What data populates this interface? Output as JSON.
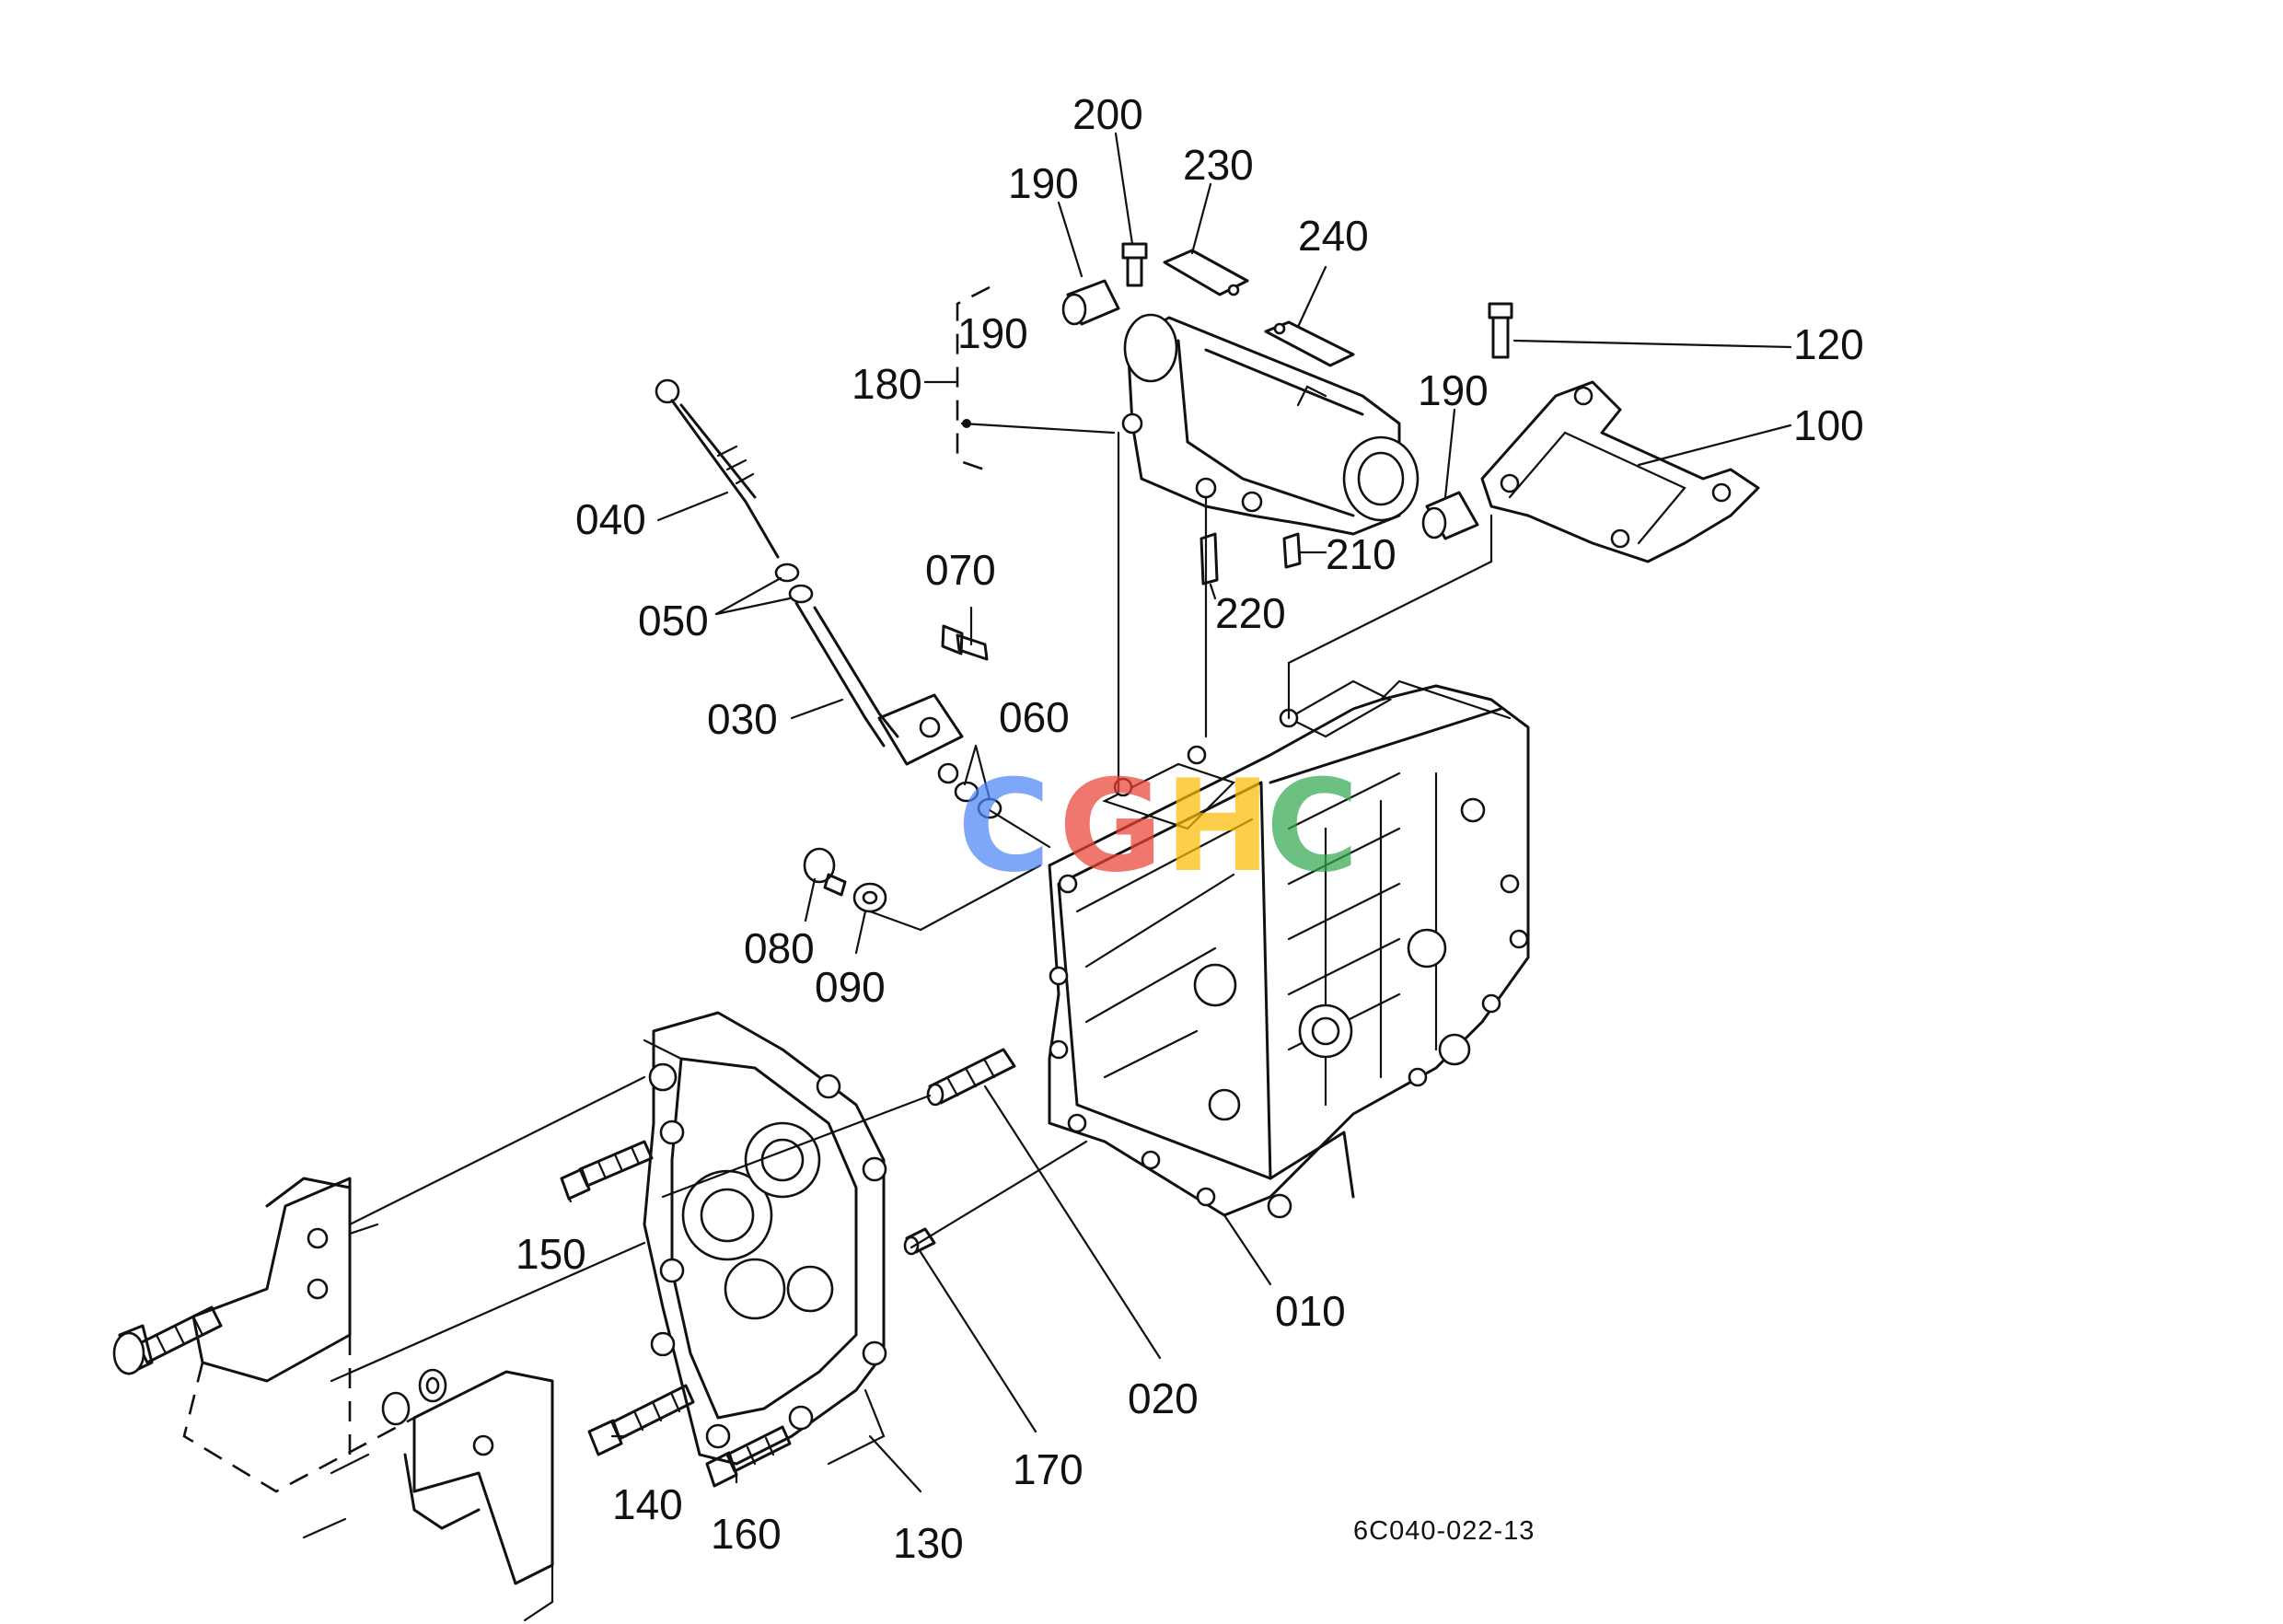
{
  "diagram": {
    "figure_code": "6C040-022-13",
    "watermark": {
      "letters": [
        "C",
        "G",
        "H",
        "C"
      ],
      "colors": [
        "#4f86f7",
        "#ea4335",
        "#fbbc05",
        "#34a853"
      ]
    },
    "part_labels": [
      {
        "id": "p200",
        "text": "200"
      },
      {
        "id": "p230",
        "text": "230"
      },
      {
        "id": "p190a",
        "text": "190"
      },
      {
        "id": "p240",
        "text": "240"
      },
      {
        "id": "p190b",
        "text": "190"
      },
      {
        "id": "p120",
        "text": "120"
      },
      {
        "id": "p180",
        "text": "180"
      },
      {
        "id": "p190c",
        "text": "190"
      },
      {
        "id": "p100",
        "text": "100"
      },
      {
        "id": "p040",
        "text": "040"
      },
      {
        "id": "p210",
        "text": "210"
      },
      {
        "id": "p070",
        "text": "070"
      },
      {
        "id": "p220",
        "text": "220"
      },
      {
        "id": "p050",
        "text": "050"
      },
      {
        "id": "p060",
        "text": "060"
      },
      {
        "id": "p030",
        "text": "030"
      },
      {
        "id": "p080",
        "text": "080"
      },
      {
        "id": "p090",
        "text": "090"
      },
      {
        "id": "p150",
        "text": "150"
      },
      {
        "id": "p010",
        "text": "010"
      },
      {
        "id": "p020",
        "text": "020"
      },
      {
        "id": "p170",
        "text": "170"
      },
      {
        "id": "p140",
        "text": "140"
      },
      {
        "id": "p160",
        "text": "160"
      },
      {
        "id": "p130",
        "text": "130"
      }
    ]
  }
}
